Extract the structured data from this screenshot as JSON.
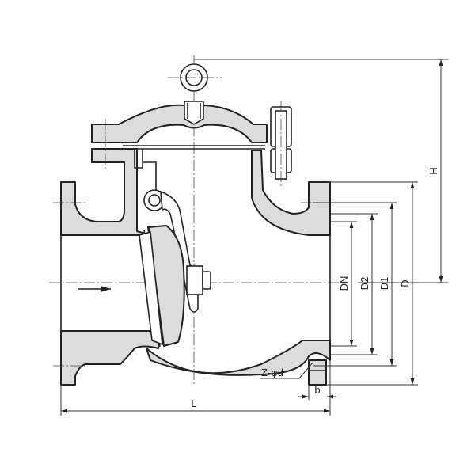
{
  "title": "Swing check valve dimension drawing",
  "dimensions": {
    "H": "H",
    "DN": "DN",
    "D2": "D2",
    "D1": "D1",
    "D": "D",
    "bolt_holes": "Z-φd",
    "b": "b",
    "L": "L"
  },
  "colors": {
    "section_fill": "#dcdcdc",
    "line": "#222222"
  }
}
